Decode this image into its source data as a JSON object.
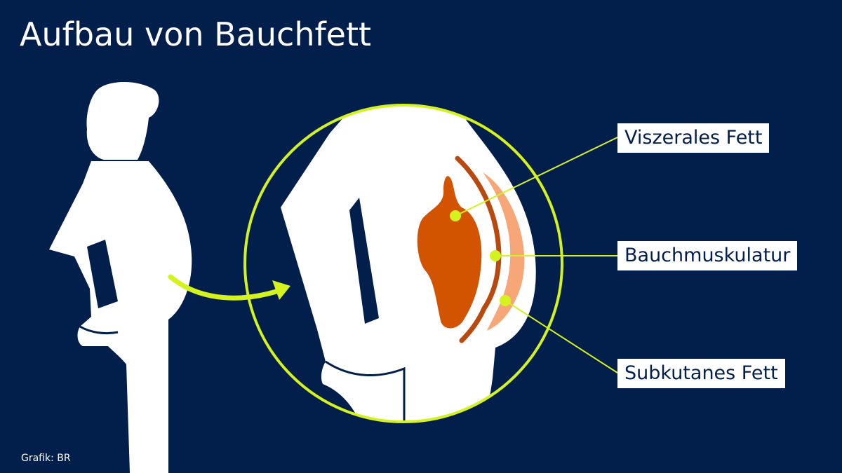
{
  "title": "Aufbau von Bauchfett",
  "labels": {
    "visceral_fat": "Viszerales Fett",
    "abdominal_muscles": "Bauchmuskulatur",
    "subcutaneous_fat": "Subkutanes Fett"
  },
  "credit": "Grafik: BR",
  "colors": {
    "background": "#021f4b",
    "figure": "#ffffff",
    "accent": "#d4f21d",
    "visceral_fat": "#d25300",
    "muscle": "#b84a10",
    "subcutaneous_fat": "#f6a677"
  }
}
